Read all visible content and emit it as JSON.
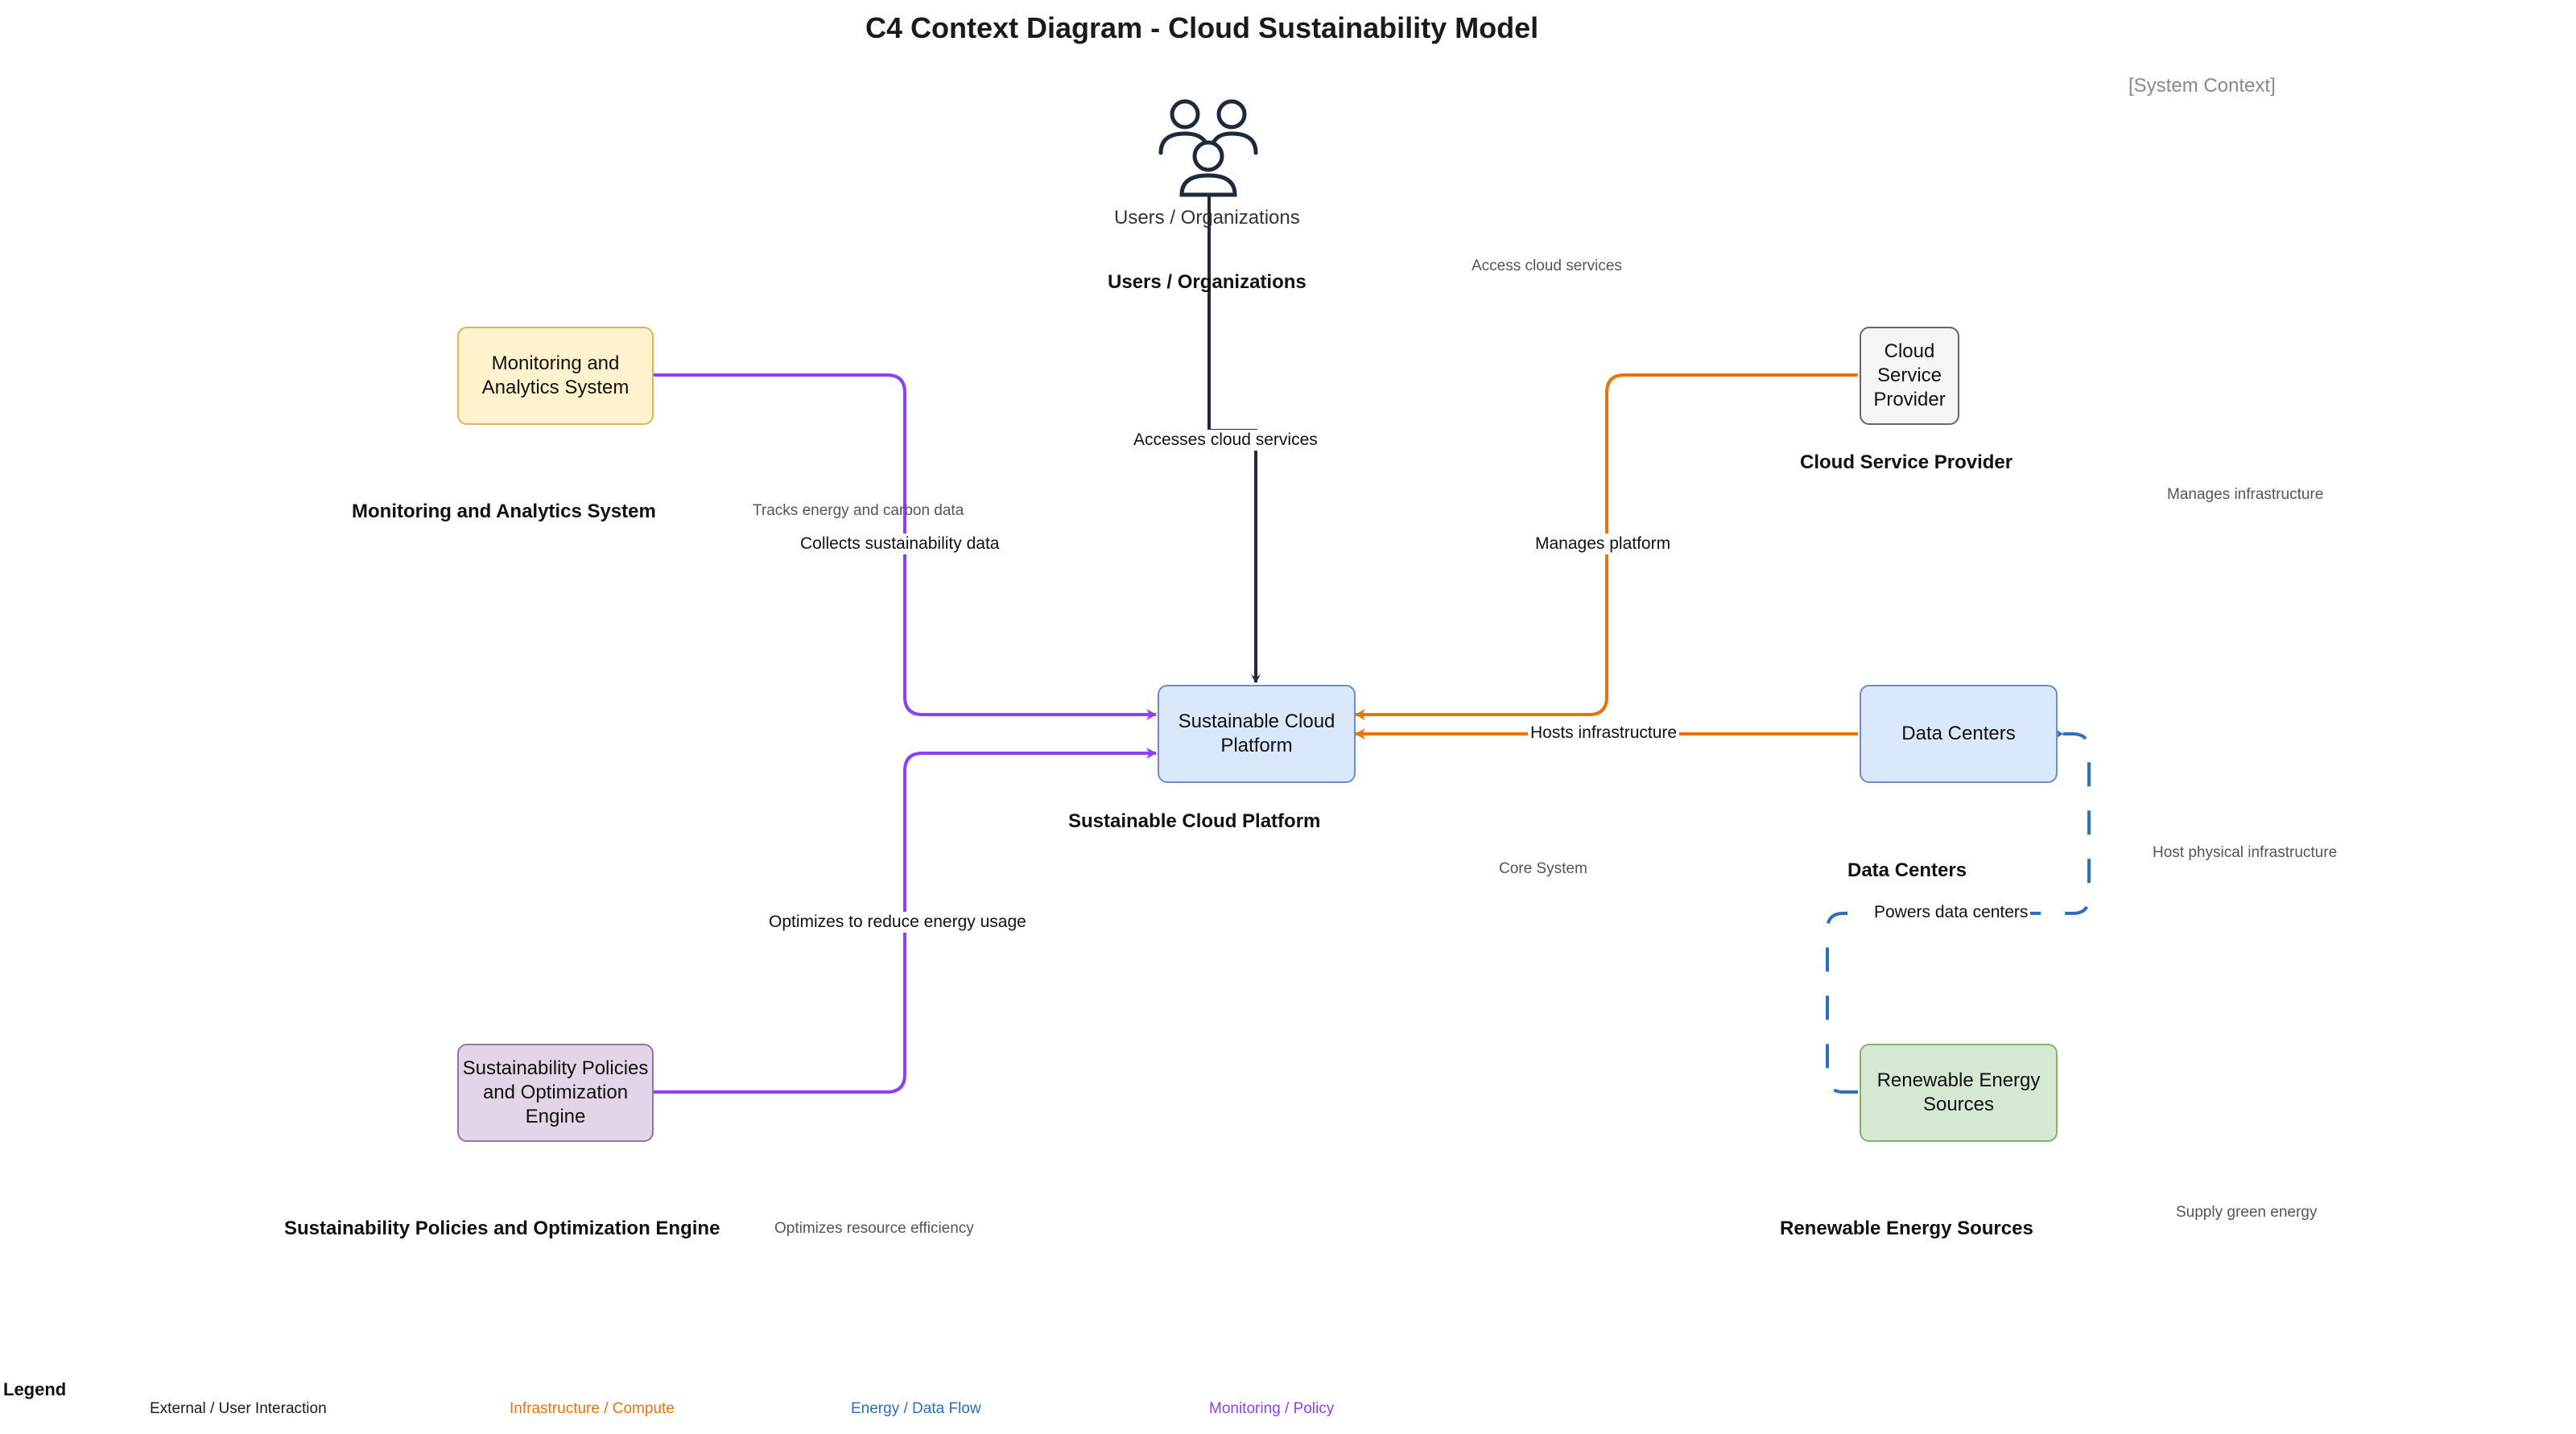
{
  "title": "C4 Context Diagram - Cloud Sustainability Model",
  "context_tag": "[System Context]",
  "person": {
    "icon": "users-group-icon",
    "caption": "Users / Organizations",
    "label": "Users / Organizations",
    "note": "Access cloud services"
  },
  "nodes": {
    "platform": {
      "line1": "Sustainable Cloud",
      "line2": "Platform",
      "label": "Sustainable Cloud Platform",
      "note": "Core System",
      "fill": "#dae8fc",
      "stroke": "#6c8ebf"
    },
    "monitoring": {
      "line1": "Monitoring and",
      "line2": "Analytics System",
      "label": "Monitoring and Analytics System",
      "note": "Tracks energy and carbon data",
      "fill": "#fff2cc",
      "stroke": "#d6b656"
    },
    "policies": {
      "line1": "Sustainability Policies",
      "line2": "and Optimization",
      "line3": "Engine",
      "label": "Sustainability Policies and Optimization Engine",
      "note": "Optimizes resource efficiency",
      "fill": "#e1d5e7",
      "stroke": "#9673a6"
    },
    "provider": {
      "line1": "Cloud",
      "line2": "Service",
      "line3": "Provider",
      "label": "Cloud Service Provider",
      "note": "Manages infrastructure",
      "fill": "#f5f5f5",
      "stroke": "#666666"
    },
    "datacenters": {
      "line1": "Data Centers",
      "label": "Data Centers",
      "note": "Host physical infrastructure",
      "fill": "#dae8fc",
      "stroke": "#6c8ebf"
    },
    "renewable": {
      "line1": "Renewable Energy",
      "line2": "Sources",
      "label": "Renewable Energy Sources",
      "note": "Supply green energy",
      "fill": "#d5e8d4",
      "stroke": "#82b366"
    }
  },
  "edges": {
    "users_platform": "Accesses cloud services",
    "monitoring_platform": "Collects sustainability data",
    "policies_platform": "Optimizes to reduce energy usage",
    "provider_platform": "Manages platform",
    "datacenters_platform": "Hosts infrastructure",
    "renewable_datacenters": "Powers data centers"
  },
  "legend": {
    "title": "Legend",
    "items": [
      {
        "label": "External / User Interaction",
        "color": "#1a1a1a"
      },
      {
        "label": "Infrastructure / Compute",
        "color": "#e8720c"
      },
      {
        "label": "Energy / Data Flow",
        "color": "#2d6fba"
      },
      {
        "label": "Monitoring / Policy",
        "color": "#8a3ffc"
      }
    ]
  },
  "colors": {
    "user_line": "#1e293b",
    "infra_line": "#e8720c",
    "energy_line": "#2d6fba",
    "monitor_line": "#8a3ffc"
  }
}
